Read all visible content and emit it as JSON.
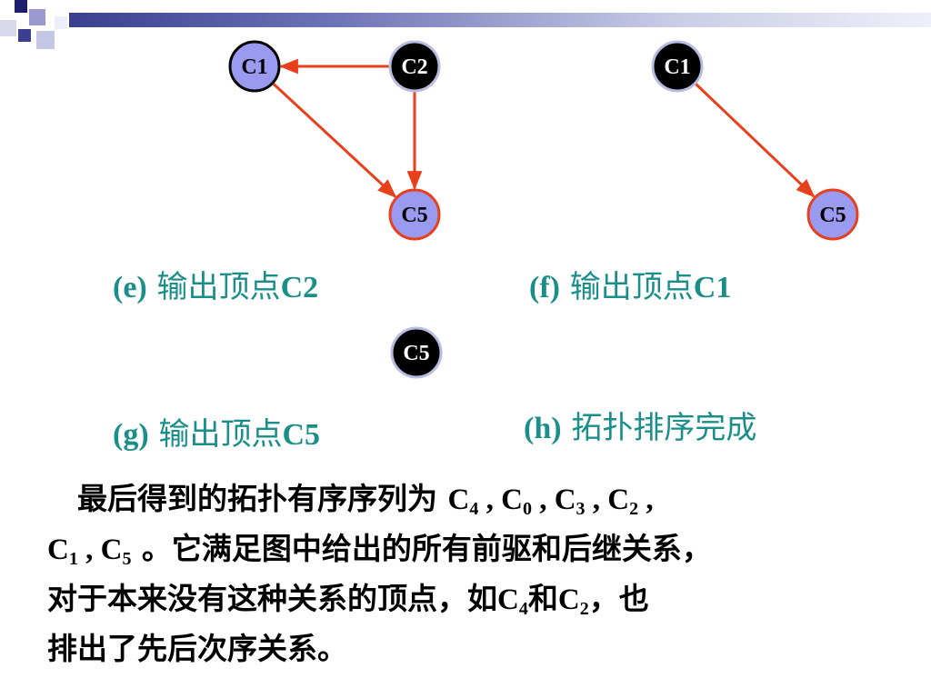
{
  "graphs": {
    "e": {
      "nodes": [
        {
          "id": "C1",
          "label": "C1",
          "style": "lavender-black"
        },
        {
          "id": "C2",
          "label": "C2",
          "style": "black"
        },
        {
          "id": "C5",
          "label": "C5",
          "style": "lavender-red"
        }
      ],
      "edges": [
        [
          "C2",
          "C1"
        ],
        [
          "C1",
          "C5"
        ],
        [
          "C2",
          "C5"
        ]
      ]
    },
    "f": {
      "nodes": [
        {
          "id": "C1",
          "label": "C1",
          "style": "black"
        },
        {
          "id": "C5",
          "label": "C5",
          "style": "lavender-red"
        }
      ],
      "edges": [
        [
          "C1",
          "C5"
        ]
      ]
    },
    "g": {
      "nodes": [
        {
          "id": "C5",
          "label": "C5",
          "style": "black"
        }
      ],
      "edges": []
    }
  },
  "captions": {
    "e": {
      "tag": "(e)",
      "text": " 输出顶点",
      "vertex": "C2"
    },
    "f": {
      "tag": "(f)",
      "text": " 输出顶点",
      "vertex": "C1"
    },
    "g": {
      "tag": "(g)",
      "text": " 输出顶点",
      "vertex": "C5"
    },
    "h": {
      "tag": "(h)",
      "text": " 拓扑排序完成",
      "vertex": ""
    }
  },
  "paragraph": {
    "l1_text": "　最后得到的拓扑有序序列为 ",
    "l1_sep1": " , ",
    "l1_sep2": " , ",
    "l1_sep3": " , ",
    "l1_sep4": " ,",
    "l2_sep1": " , ",
    "l2_text": " 。它满足图中给出的所有前驱和后继关系，",
    "l3_text1": "对于本来没有这种关系的顶点，如",
    "l3_text2": "和",
    "l3_text3": "，也",
    "l4_text": "排出了先后次序关系。",
    "c": "C",
    "sub4": "4",
    "sub0": "0",
    "sub3": "3",
    "sub2": "2",
    "sub1": "1",
    "sub5": "5"
  },
  "colors": {
    "teal": "#1a8f8a",
    "edge_red": "#e8401c",
    "node_lavender": "#9a9af0",
    "node_black": "#000000"
  }
}
